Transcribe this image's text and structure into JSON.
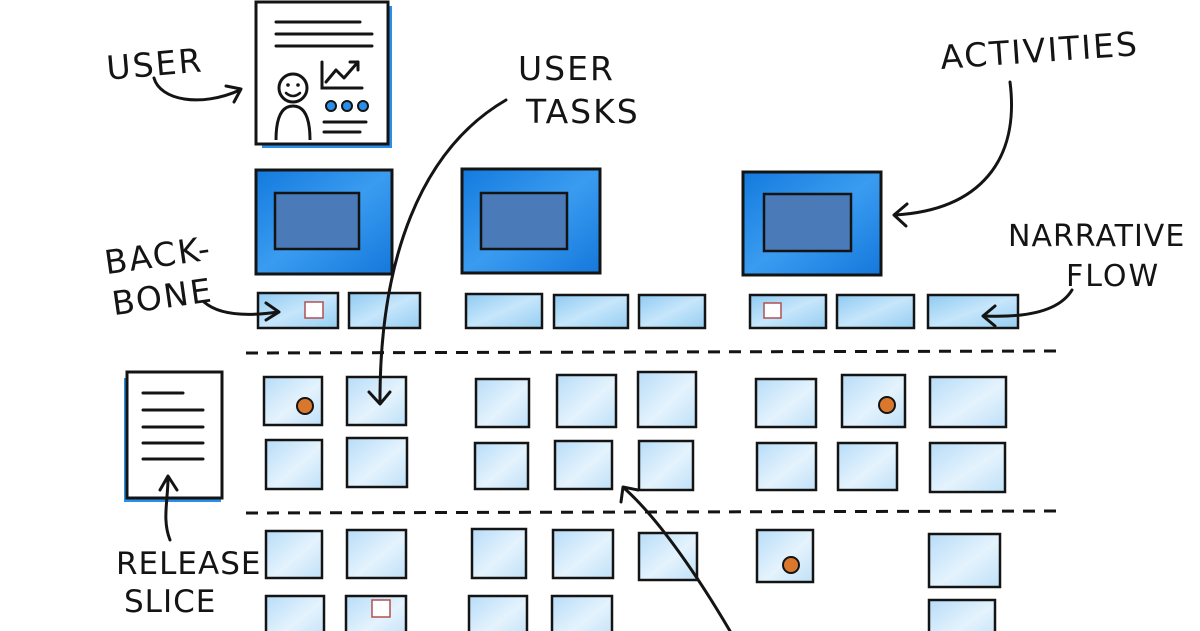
{
  "labels": {
    "user": "USER",
    "user_tasks_line1": "USER",
    "user_tasks_line2": "TASKS",
    "activities": "ACTIVITIES",
    "backbone_line1": "BACK-",
    "backbone_line2": "BONE",
    "narrative_line1": "NARRATIVE",
    "narrative_line2": "FLOW",
    "release_line1": "RELEASE",
    "release_line2": "SLICE"
  },
  "colors": {
    "ink": "#141414",
    "activity_fill": "#1a7fe0",
    "activity_inner": "#4a7ab8",
    "backbone_fill": "#a9d6f5",
    "task_fill": "#cfe8fb",
    "dot": "#d9772c"
  }
}
